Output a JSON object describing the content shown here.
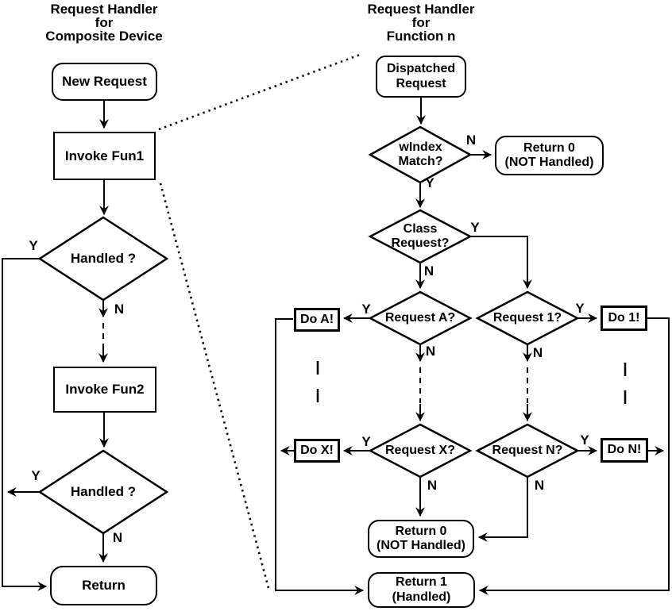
{
  "diagram": {
    "left": {
      "title": "Request Handler\nfor\nComposite Device",
      "nodes": {
        "new_request": "New Request",
        "invoke_fun1": "Invoke Fun1",
        "handled_1": "Handled ?",
        "invoke_fun2": "Invoke Fun2",
        "handled_2": "Handled ?",
        "return": "Return"
      }
    },
    "right": {
      "title": "Request Handler\nfor\nFunction n",
      "nodes": {
        "dispatched_request": "Dispatched\nRequest",
        "windex_match": "wIndex\nMatch?",
        "return_0_top": "Return 0\n(NOT Handled)",
        "class_request": "Class\nRequest?",
        "request_a": "Request A?",
        "request_1": "Request 1?",
        "do_a": "Do A!",
        "do_1": "Do 1!",
        "request_x": "Request X?",
        "request_n": "Request N?",
        "do_x": "Do X!",
        "do_n": "Do N!",
        "return_0_bottom": "Return 0\n(NOT Handled)",
        "return_1": "Return 1\n(Handled)"
      }
    },
    "branch_labels": {
      "yes": "Y",
      "no": "N"
    },
    "colors": {
      "stroke": "#000000",
      "background": "#ffffff"
    }
  }
}
